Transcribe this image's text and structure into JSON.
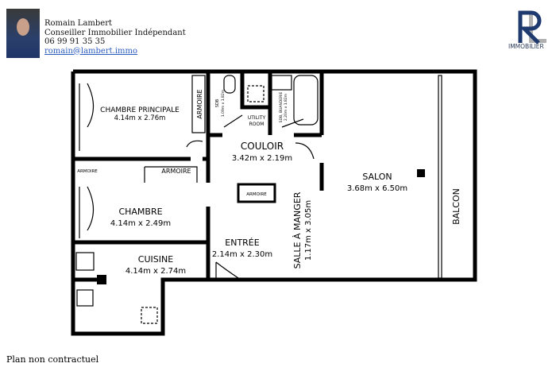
{
  "agent": {
    "name": "Romain Lambert",
    "title": "Conseiller Immobilier Indépendant",
    "phone": "06 99 91 35 35",
    "email": "romain@lambert.immo"
  },
  "logo": {
    "letters": "RL",
    "text": "IMMOBILIER",
    "colors": {
      "primary": "#1f3a6e",
      "secondary": "#b0b0b0"
    }
  },
  "rooms": {
    "chambre_principale": {
      "name": "CHAMBRE PRINCIPALE",
      "size": "4.14m x 2.76m"
    },
    "couloir": {
      "name": "COULOIR",
      "size": "3.42m x 2.19m"
    },
    "salon": {
      "name": "SALON",
      "size": "3.68m x 6.50m"
    },
    "balcon": {
      "name": "BALCON"
    },
    "chambre": {
      "name": "CHAMBRE",
      "size": "4.14m x 2.49m"
    },
    "cuisine": {
      "name": "CUISINE",
      "size": "4.14m x 2.74m"
    },
    "entree": {
      "name": "ENTRÉE",
      "size": "2.14m x 2.30m"
    },
    "salle_a_manger": {
      "name": "SALLE À MANGER",
      "size": "1.17m x 3.05m"
    },
    "sdb": {
      "name": "SDB",
      "size": "1.09m x 1.82m"
    },
    "sdb_buanderie": {
      "name": "SDB, BUANDERIE",
      "size": "2.20m x 1.82m"
    },
    "utility": {
      "line1": "UTILITY",
      "line2": "ROOM"
    },
    "armoire": "ARMOIRE"
  },
  "footer": "Plan non contractuel"
}
